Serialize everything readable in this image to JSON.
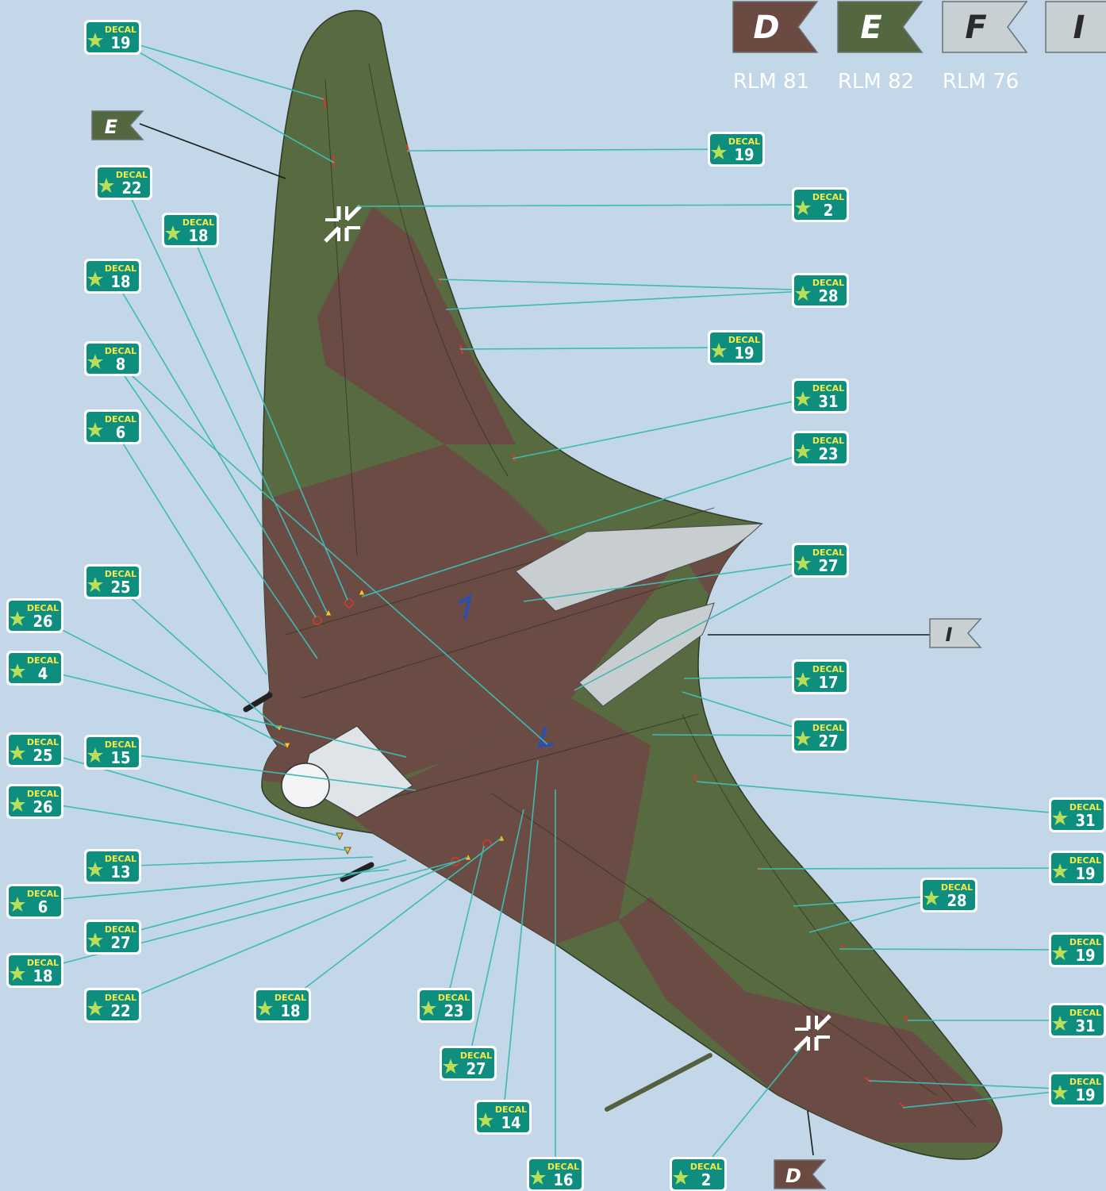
{
  "legend": [
    {
      "letter": "D",
      "caption": "RLM 81",
      "color": "#6b4a42",
      "text_color": "#ffffff"
    },
    {
      "letter": "E",
      "caption": "RLM 82",
      "color": "#536840",
      "text_color": "#ffffff"
    },
    {
      "letter": "F",
      "caption": "RLM 76",
      "color": "#c8d0d4",
      "text_color": "#2a2a2a"
    },
    {
      "letter": "I",
      "caption": "",
      "color": "#c8d0d4",
      "text_color": "#2a2a2a"
    }
  ],
  "colors": {
    "background": "#c3d7e8",
    "camo_green": "#586a40",
    "camo_brown": "#6a4c44",
    "panel_grey": "#c8cdd0",
    "leader_line": "#3fbab3",
    "callout_line": "#1c1c1c",
    "decal_badge": "#0d8e7e",
    "decal_word": "#f5e84c"
  },
  "decal_word": "DECAL",
  "decals": [
    "19",
    "22",
    "18",
    "18",
    "8",
    "6",
    "25",
    "26",
    "4",
    "25",
    "15",
    "26",
    "13",
    "6",
    "27",
    "18",
    "22",
    "18",
    "23",
    "27",
    "14",
    "16",
    "2",
    "19",
    "2",
    "28",
    "19",
    "31",
    "23",
    "27",
    "17",
    "27",
    "31",
    "19",
    "28",
    "19",
    "31",
    "19"
  ],
  "callouts": {
    "upper_wing": "E",
    "engine_panel": "I",
    "lower_wing": "D"
  }
}
